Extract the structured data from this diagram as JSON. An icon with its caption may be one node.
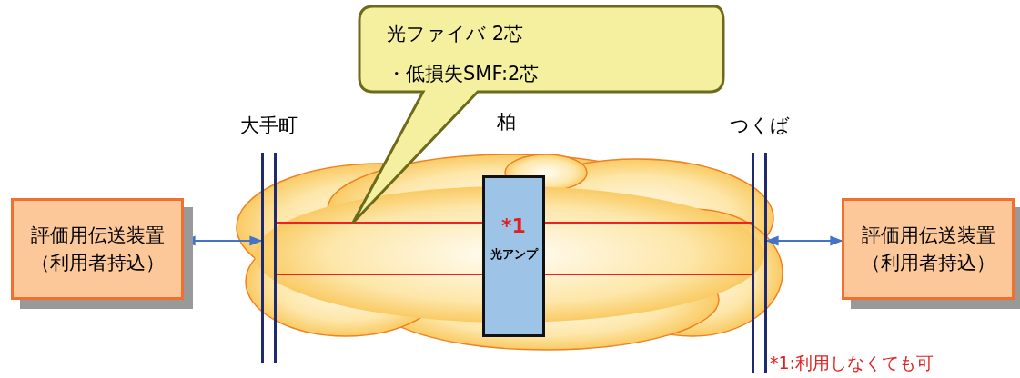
{
  "diagram": {
    "nodes": [
      {
        "text": [
          "評価用伝送装置（利用者持込）"
        ]
      },
      {
        "text": [
          "大手町"
        ]
      },
      {
        "text": [
          "*1",
          "光アンプ"
        ]
      },
      {
        "text": [
          "つくば"
        ]
      },
      {
        "text": [
          "評価用伝送装置（利用者持込）"
        ]
      },
      {
        "text": [
          "光ファイバ 2芯",
          "・低損失SMF:2芯"
        ]
      }
    ],
    "edges": [
      {
        "from": 0,
        "to": 1,
        "arrow": "both",
        "color": "#4472c4"
      },
      {
        "from": 1,
        "to": 2,
        "arrow": "none"
      },
      {
        "from": 1,
        "to": 2,
        "arrow": "none"
      },
      {
        "from": 2,
        "to": 3,
        "arrow": "none"
      },
      {
        "from": 2,
        "to": 3,
        "arrow": "none"
      },
      {
        "from": 3,
        "to": 4,
        "arrow": "both",
        "color": "#4472c4"
      }
    ],
    "labels": [
      "柏",
      "*1:利用しなくても可"
    ]
  }
}
